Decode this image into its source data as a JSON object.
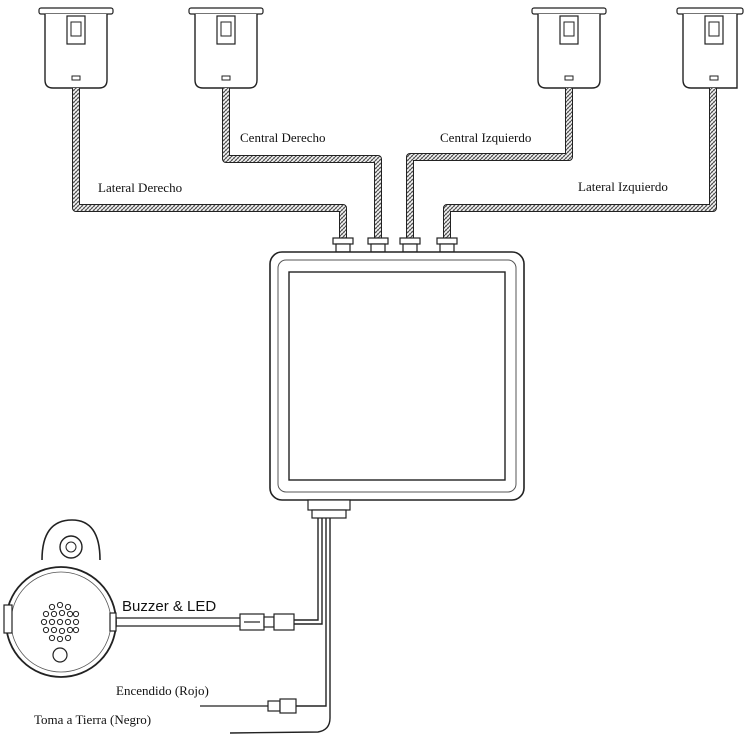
{
  "labels": {
    "lateral_derecho": "Lateral Derecho",
    "central_derecho": "Central Derecho",
    "central_izquierdo": "Central Izquierdo",
    "lateral_izquierdo": "Lateral Izquierdo",
    "buzzer_led": "Buzzer & LED",
    "encendido": "Encendido (Rojo)",
    "toma_tierra": "Toma a Tierra (Negro)"
  }
}
